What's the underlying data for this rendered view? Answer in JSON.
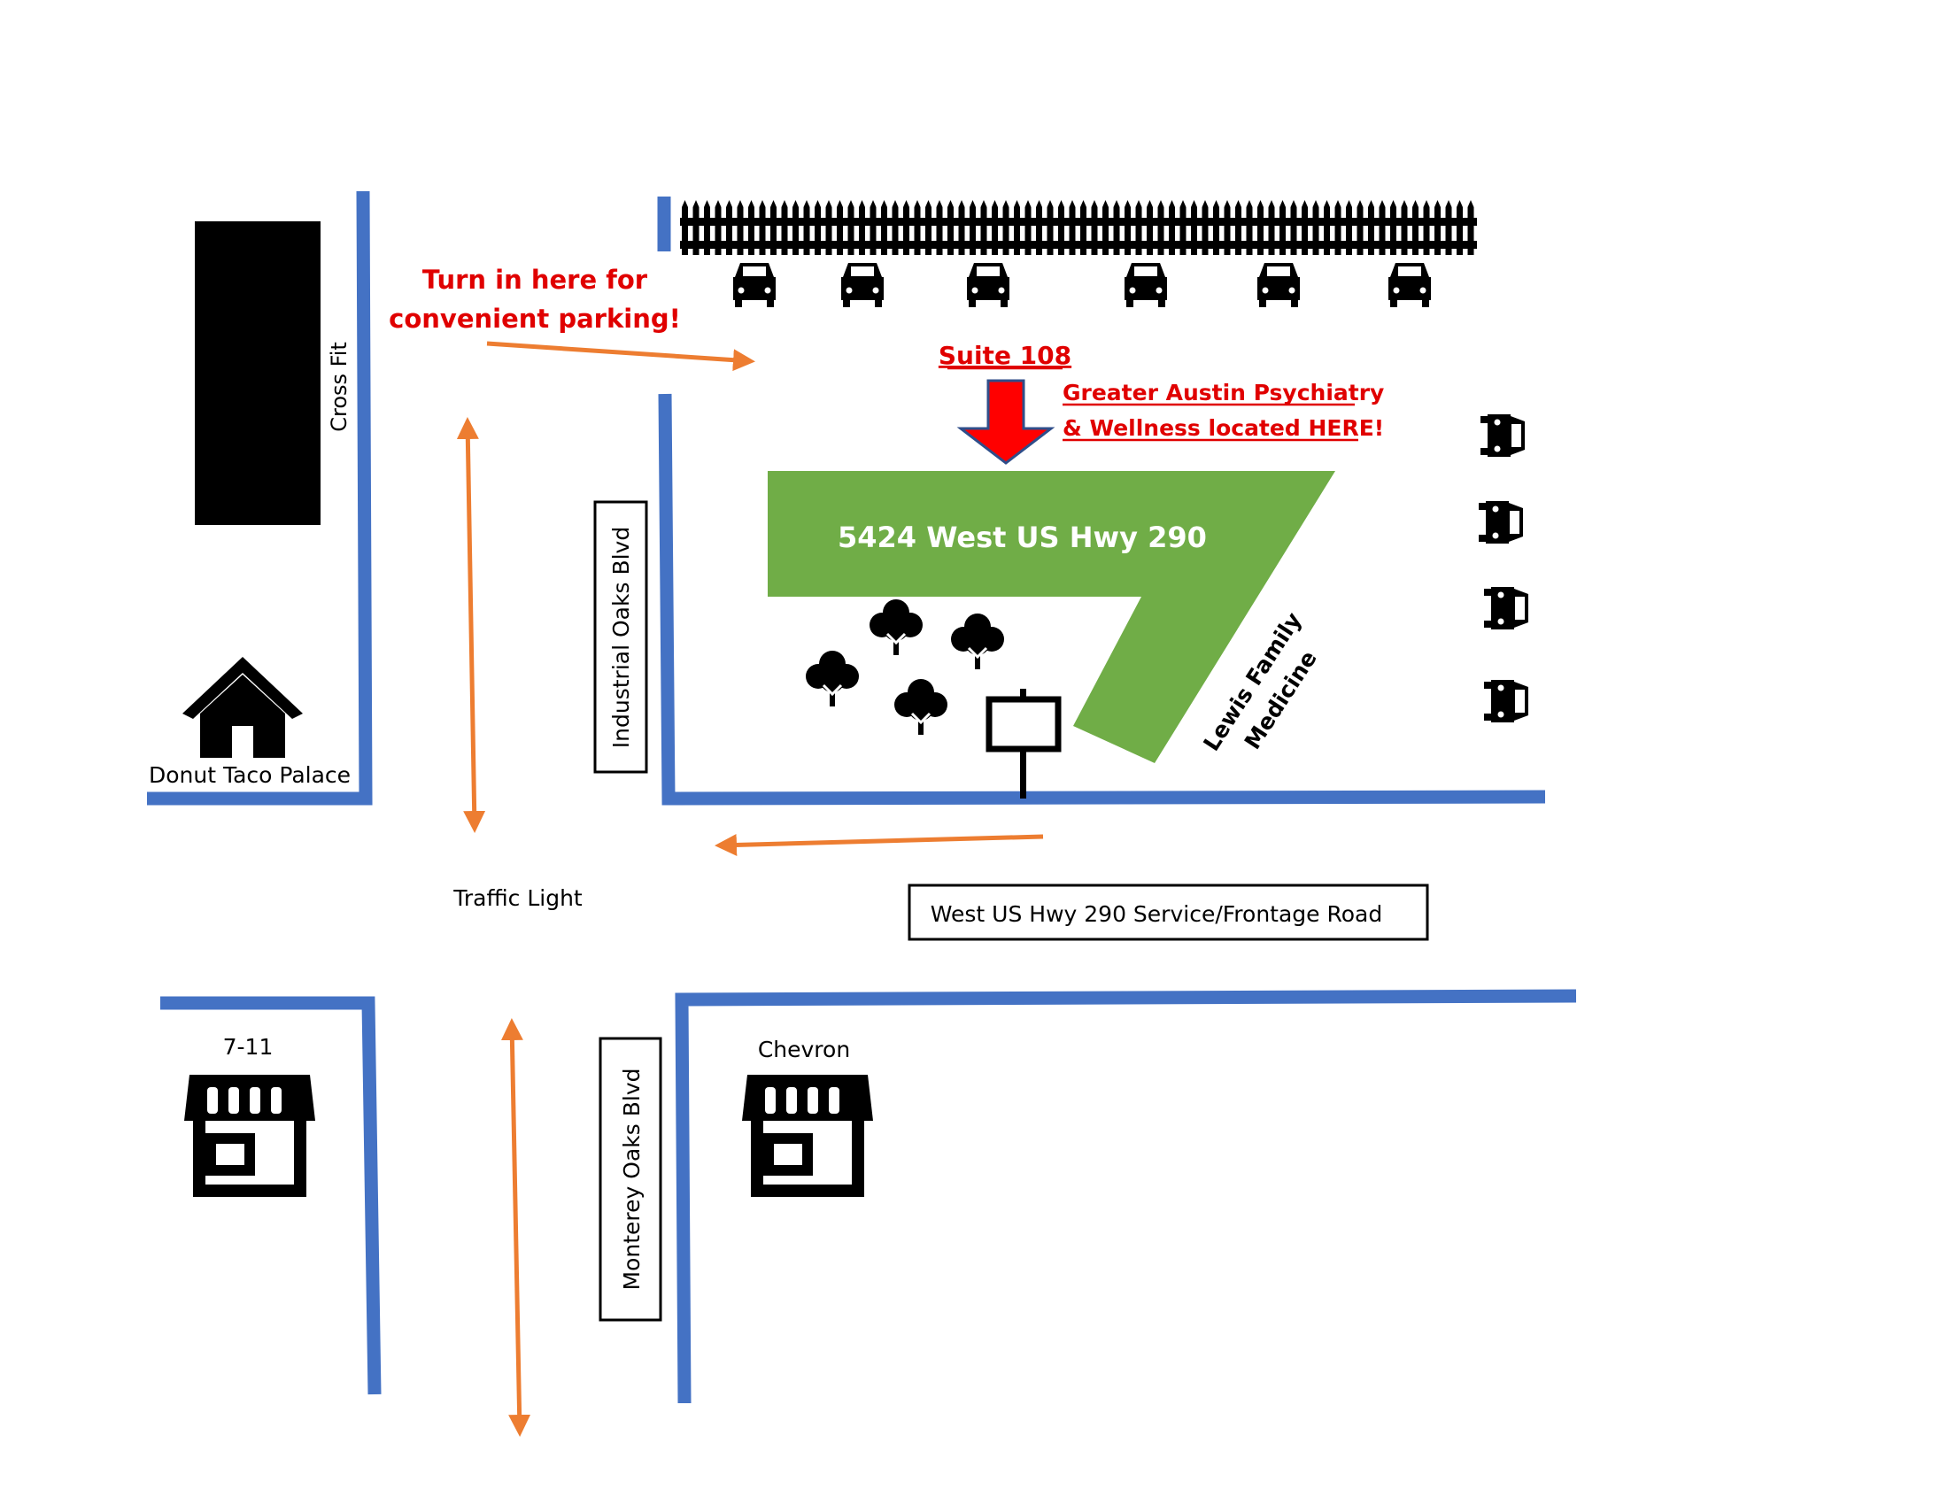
{
  "colors": {
    "road": "#4472C4",
    "arrow": "#ED7D31",
    "building": "#70AD47",
    "callout": "#E00000",
    "ink": "#000000"
  },
  "labels": {
    "turn_in_line1": "Turn in here for",
    "turn_in_line2": "convenient parking!",
    "suite": "Suite 108",
    "practice_line1": "Greater Austin Psychiatry",
    "practice_line2": "& Wellness located HERE!",
    "address": "5424 West US Hwy 290",
    "neighbor_line1": "Lewis Family",
    "neighbor_line2": "Medicine",
    "cross_fit": "Cross Fit",
    "donut_taco": "Donut Taco Palace",
    "industrial_oaks": "Industrial Oaks Blvd",
    "traffic_light": "Traffic Light",
    "frontage_road": "West US Hwy 290 Service/Frontage Road",
    "seven_eleven": "7-11",
    "chevron": "Chevron",
    "monterey_oaks": "Monterey Oaks Blvd"
  },
  "icons": {
    "parked_cars": "car-icon",
    "trees": "tree-icon",
    "sign": "sign-post-icon",
    "house": "house-icon",
    "store": "storefront-icon",
    "fence": "fence-icon",
    "callout_arrow": "down-arrow-icon"
  }
}
